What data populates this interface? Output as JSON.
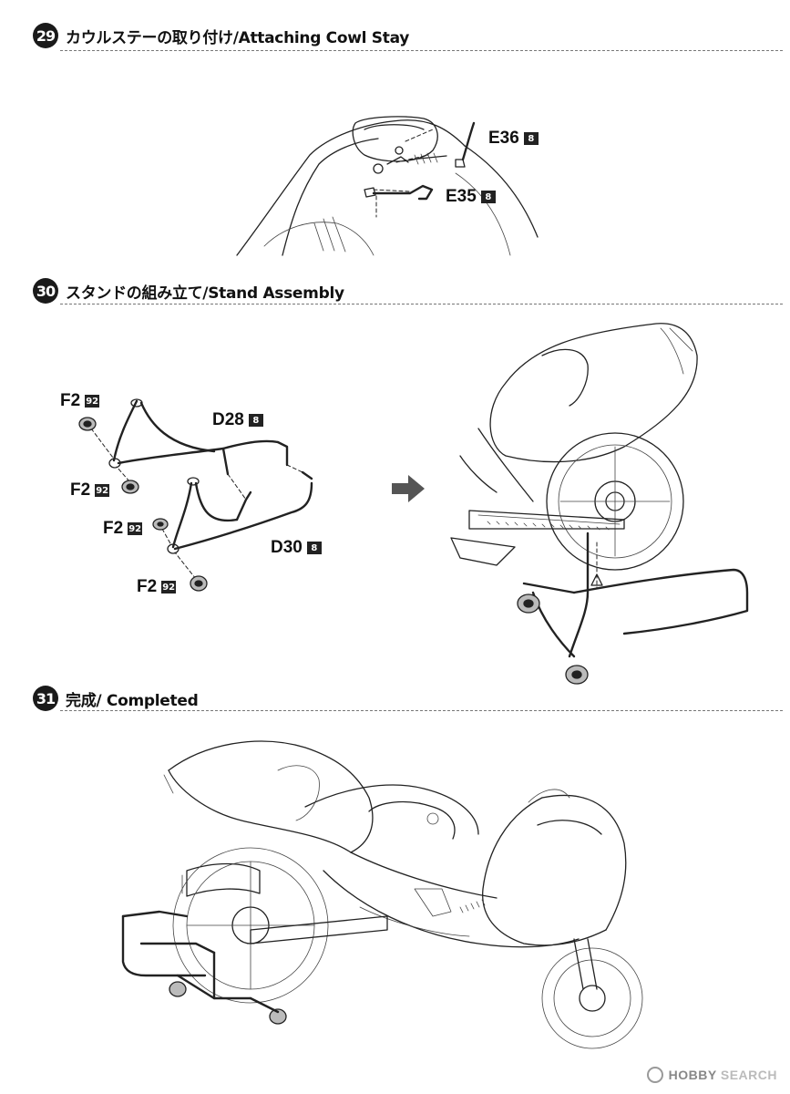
{
  "steps": [
    {
      "number": "29",
      "title": "カウルステーの取り付け/Attaching Cowl Stay"
    },
    {
      "number": "30",
      "title": "スタンドの組み立て/Stand Assembly"
    },
    {
      "number": "31",
      "title": "完成/ Completed"
    }
  ],
  "parts": {
    "e36": {
      "code": "E36",
      "qty": "8"
    },
    "e35": {
      "code": "E35",
      "qty": "8"
    },
    "f2a": {
      "code": "F2",
      "qty": "92"
    },
    "f2b": {
      "code": "F2",
      "qty": "92"
    },
    "f2c": {
      "code": "F2",
      "qty": "92"
    },
    "f2d": {
      "code": "F2",
      "qty": "92"
    },
    "d28": {
      "code": "D28",
      "qty": "8"
    },
    "d30": {
      "code": "D30",
      "qty": "8"
    }
  },
  "watermark": {
    "brand_a": "HOBBY",
    "brand_b": "SEARCH"
  },
  "icons": {
    "step_badge": "number-circle-icon",
    "direction_arrow": "arrow-right-icon"
  }
}
